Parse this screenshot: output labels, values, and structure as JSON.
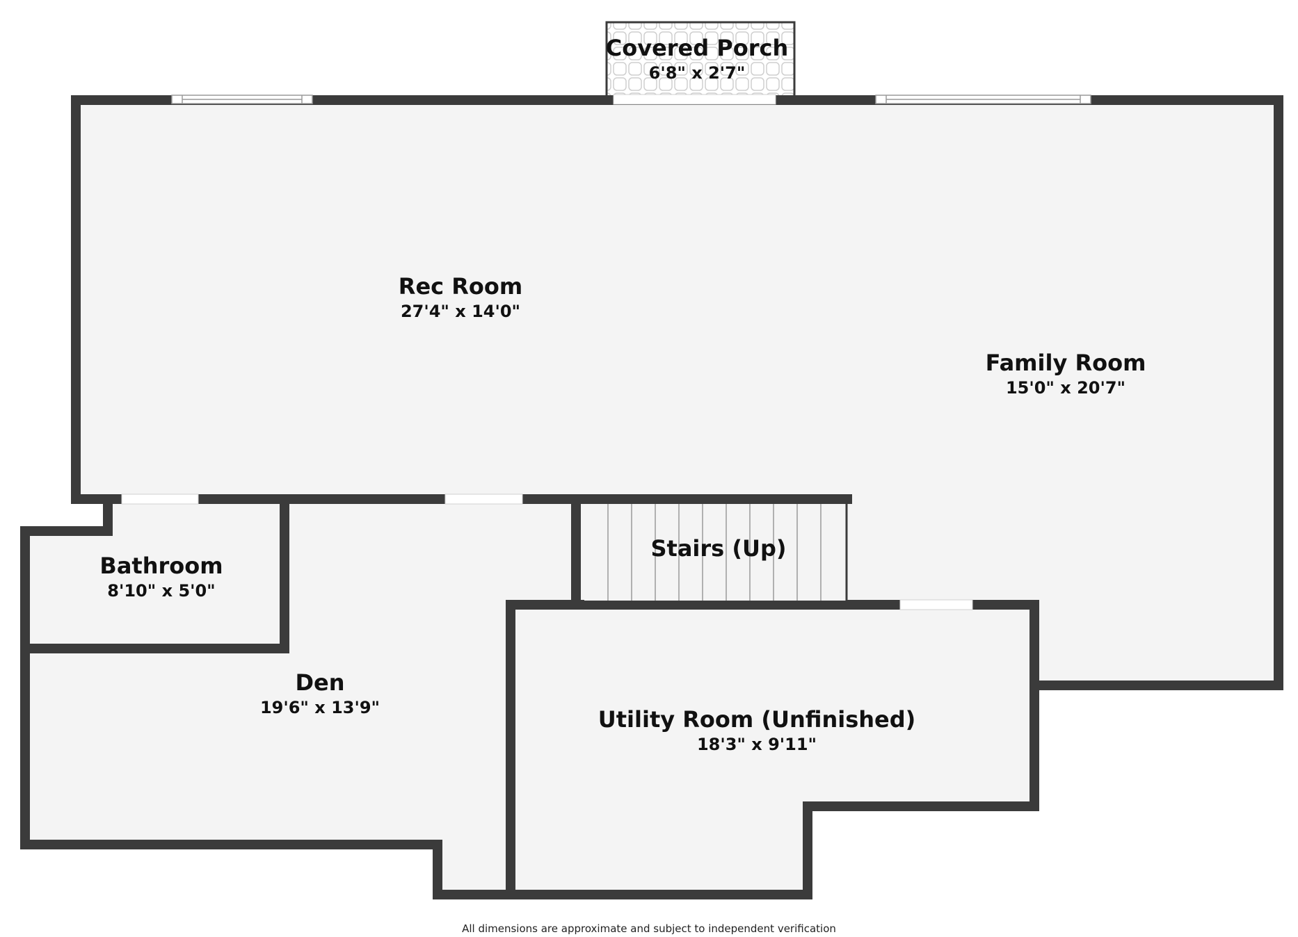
{
  "colors": {
    "wall": "#3b3b3b",
    "floor": "#f4f4f4",
    "opening": "#ffffff",
    "text": "#111111"
  },
  "rooms": {
    "porch": {
      "name": "Covered Porch",
      "dims": "6'8\" x 2'7\""
    },
    "rec": {
      "name": "Rec Room",
      "dims": "27'4\" x 14'0\""
    },
    "family": {
      "name": "Family Room",
      "dims": "15'0\" x 20'7\""
    },
    "stairs": {
      "name": "Stairs (Up)"
    },
    "bathroom": {
      "name": "Bathroom",
      "dims": "8'10\" x 5'0\""
    },
    "den": {
      "name": "Den",
      "dims": "19'6\" x 13'9\""
    },
    "utility": {
      "name": "Utility Room (Unfinished)",
      "dims": "18'3\" x 9'11\""
    }
  },
  "disclaimer": "All dimensions are approximate and subject to independent verification"
}
